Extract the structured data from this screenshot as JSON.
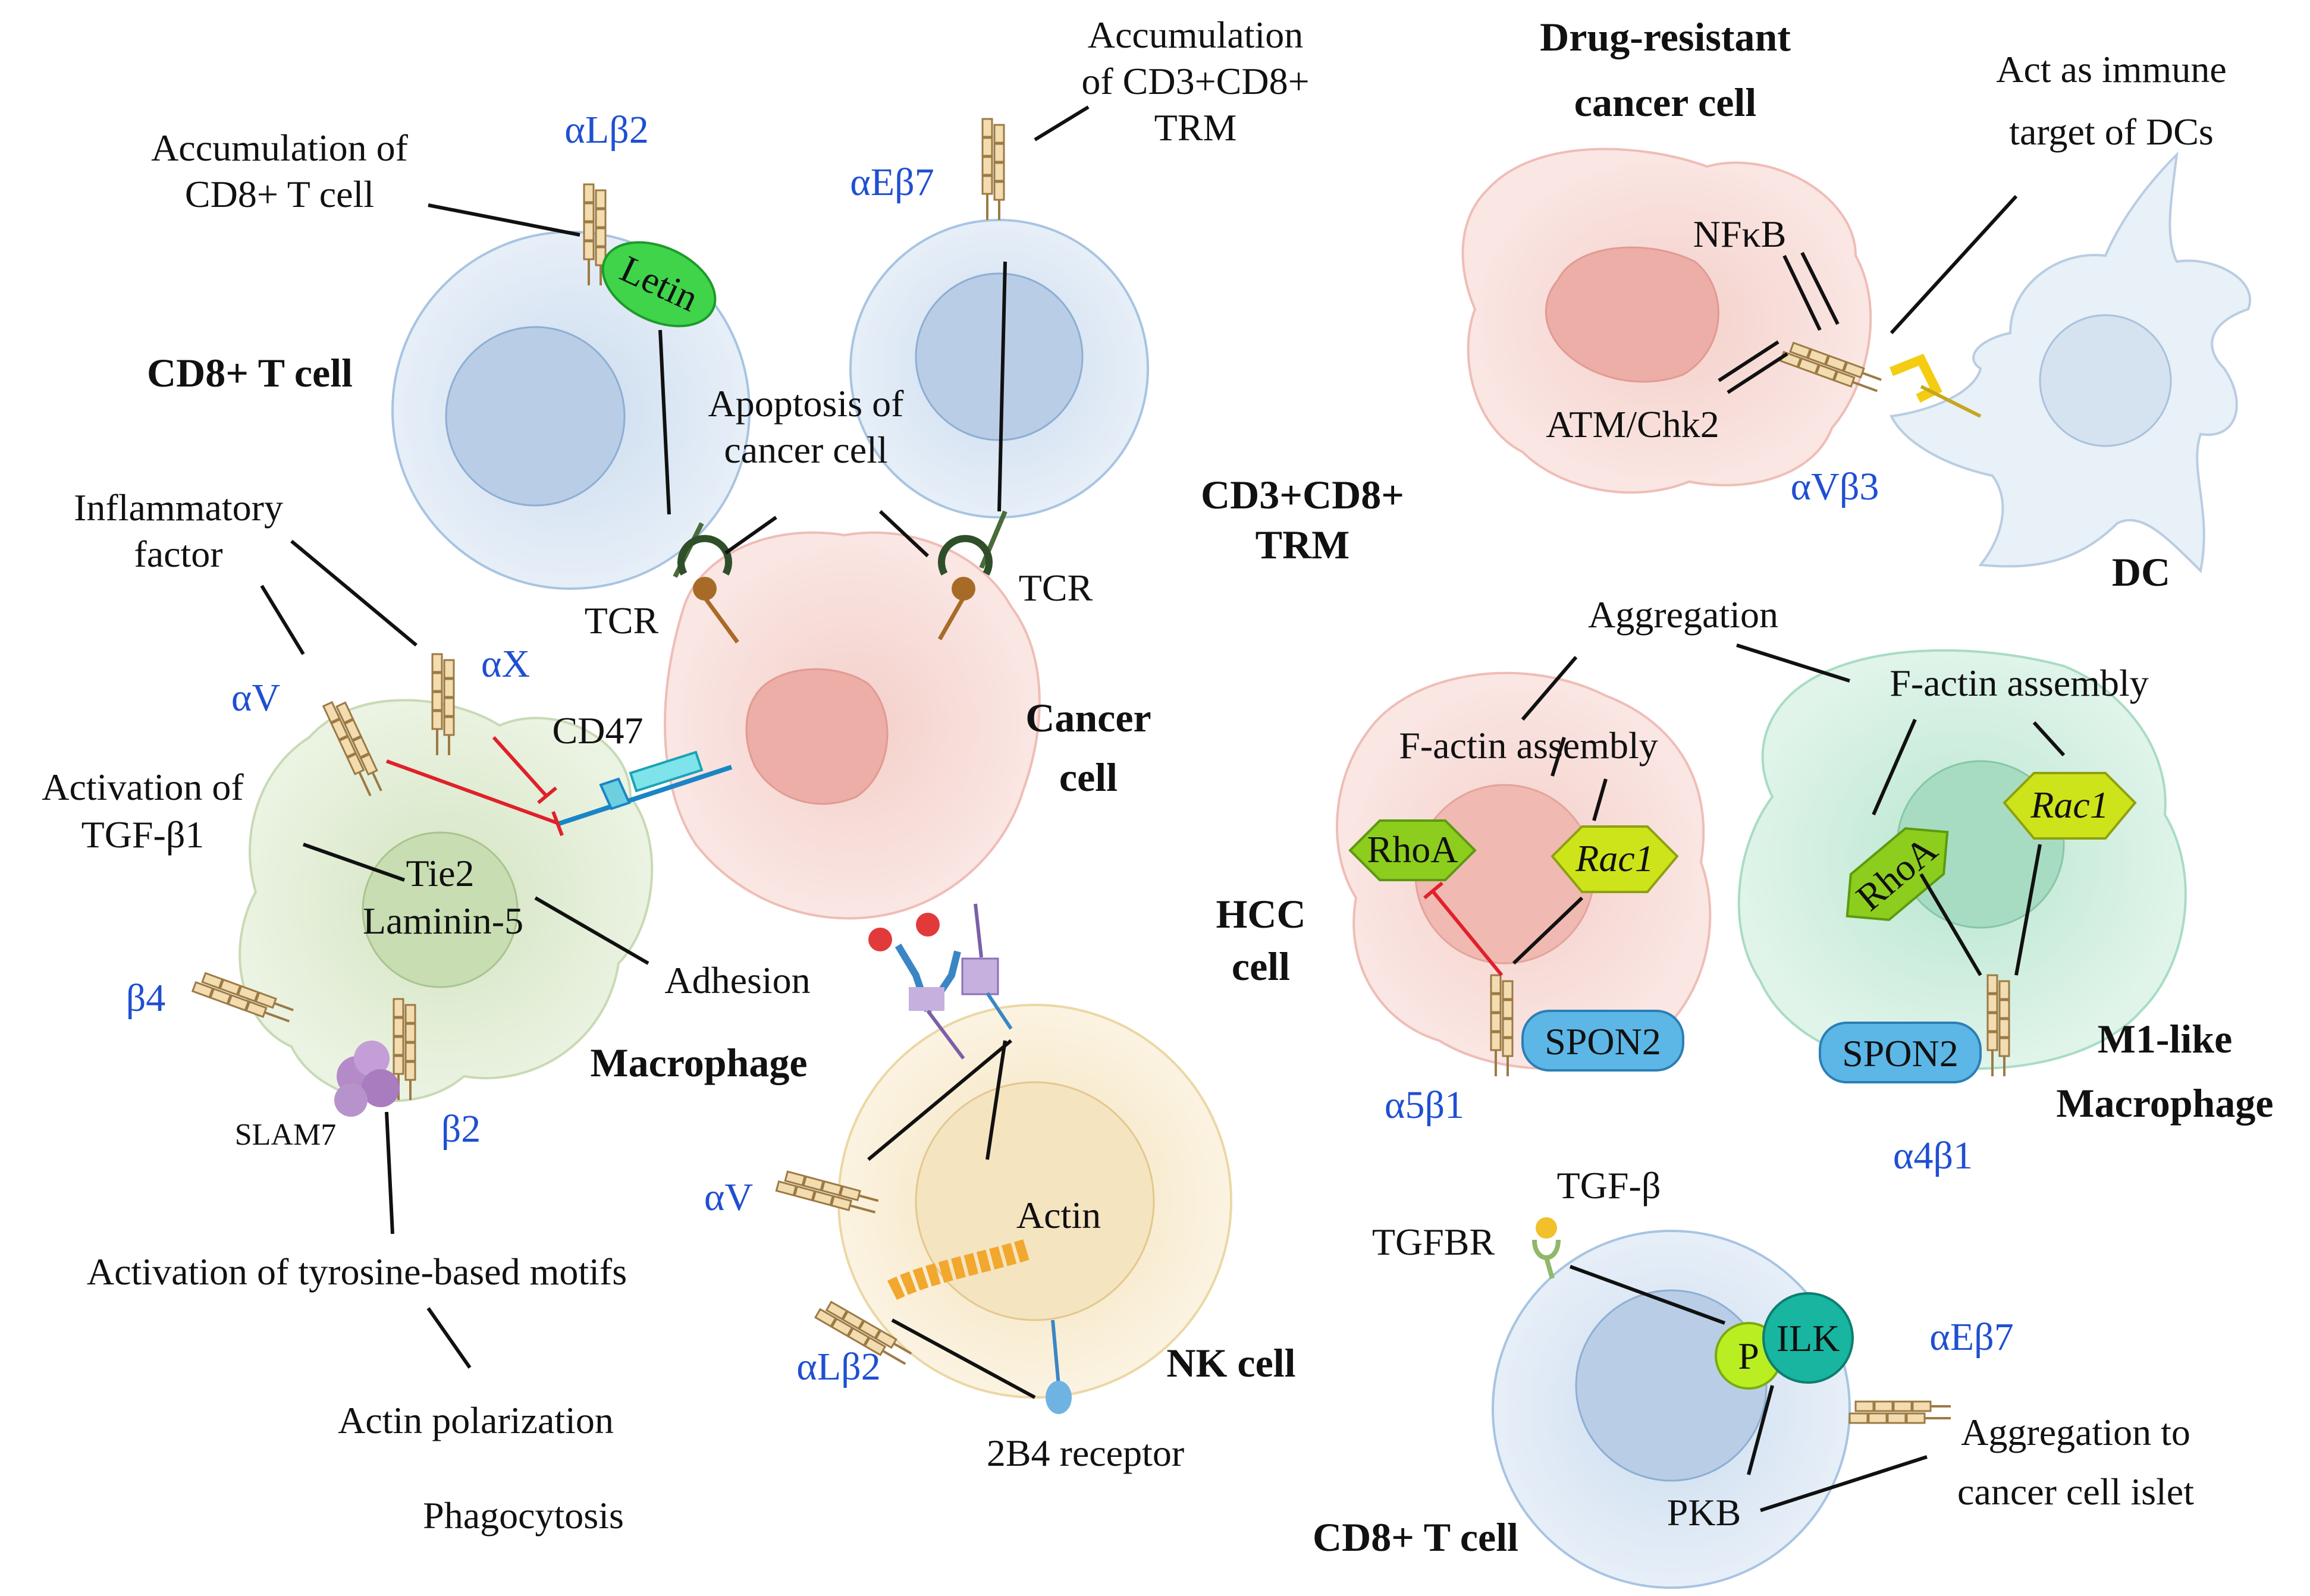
{
  "colors": {
    "integrin_label": "#1f4fd1",
    "inhibit": "#e0202a",
    "tcell": "#dbe7f5",
    "cancer": "#f7d9d6",
    "macrophage": "#dfead2",
    "nk": "#f8ecd2",
    "m1": "#cfeee0"
  },
  "icons": {
    "integrin": "integrin-receptor-icon",
    "tcr": "tcr-receptor-icon",
    "cd47": "cd47-receptor-icon",
    "actin": "actin-filament-icon",
    "antibody": "antibody-icon"
  },
  "left": {
    "ab1_note": "Accumulation of\nCD8+ T cell",
    "ab1_integrin": "αLβ2",
    "letin": "Letin",
    "cd8_title": "CD8+ T cell",
    "trm_note": "Accumulation\nof CD3+CD8+\nTRM",
    "trm_integrin": "αEβ7",
    "apoptosis": "Apoptosis of\ncancer cell",
    "trm_title": "CD3+CD8+\nTRM",
    "tcr_left": "TCR",
    "tcr_right": "TCR",
    "inflammatory": "Inflammatory\nfactor",
    "alphaV_mac": "αV",
    "alphaX": "αX",
    "cd47": "CD47",
    "cancer_title": "Cancer\ncell",
    "tgf_activation": "Activation of\nTGF-β1",
    "tie2": "Tie2",
    "laminin": "Laminin-5",
    "adhesion": "Adhesion",
    "beta4": "β4",
    "macrophage_title": "Macrophage",
    "slam7": "SLAM7",
    "beta2": "β2",
    "tyrosine": "Activation of tyrosine-based motifs",
    "actin_polar": "Actin polarization",
    "phagocytosis": "Phagocytosis",
    "alphaV_nk": "αV",
    "actin": "Actin",
    "alphaL_nk": "αLβ2",
    "nk_title": "NK cell",
    "receptor_2b4": "2B4 receptor"
  },
  "right": {
    "drug_title": "Drug-resistant\ncancer cell",
    "immune_target": "Act as immune\ntarget of DCs",
    "nfkb": "NFκB",
    "atm": "ATM/Chk2",
    "avb3": "αVβ3",
    "dc_title": "DC",
    "aggregation": "Aggregation",
    "factin_hcc": "F-actin assembly",
    "factin_m1": "F-actin assembly",
    "rhoa_hcc": "RhoA",
    "rac1_hcc": "Rac1",
    "hcc_title": "HCC\ncell",
    "spon2_hcc": "SPON2",
    "a5b1": "α5β1",
    "rhoa_m1": "RhoA",
    "rac1_m1": "Rac1",
    "spon2_m1": "SPON2",
    "m1_title": "M1-like\nMacrophage",
    "a4b1": "α4β1",
    "tgfb": "TGF-β",
    "tgfbr": "TGFBR",
    "p": "P",
    "ilk": "ILK",
    "aeb7": "αEβ7",
    "pkb": "PKB",
    "aggregation_islet": "Aggregation to\ncancer cell islet",
    "cd8_title": "CD8+ T cell"
  }
}
